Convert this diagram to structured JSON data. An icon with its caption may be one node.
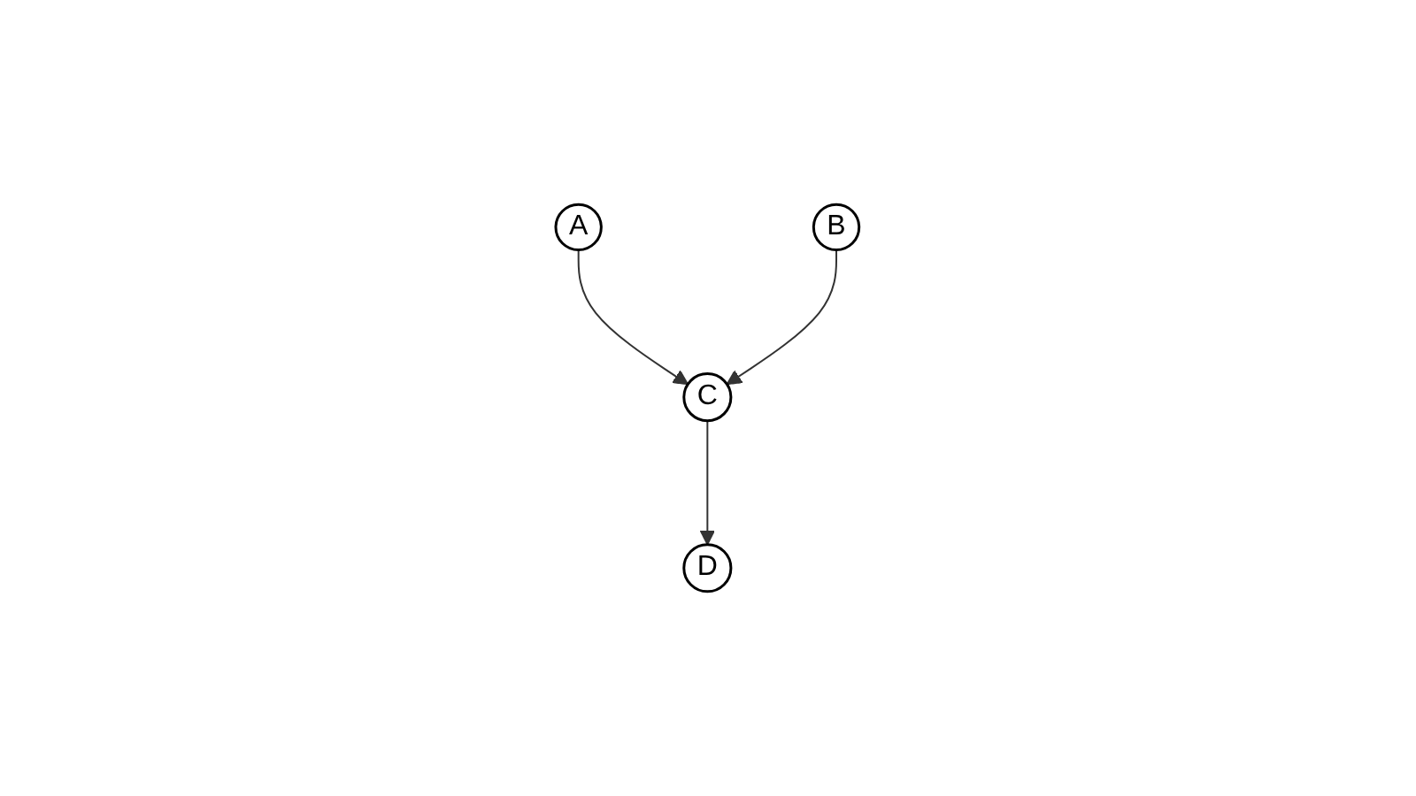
{
  "diagram": {
    "nodes": [
      {
        "text": [
          "A"
        ]
      },
      {
        "text": [
          "B"
        ]
      },
      {
        "text": [
          "C"
        ]
      },
      {
        "text": [
          "D"
        ]
      }
    ],
    "edges": [
      {
        "from": 0,
        "to": 2,
        "arrow": "to"
      },
      {
        "from": 1,
        "to": 2,
        "arrow": "to"
      },
      {
        "from": 2,
        "to": 3,
        "arrow": "to"
      }
    ]
  }
}
